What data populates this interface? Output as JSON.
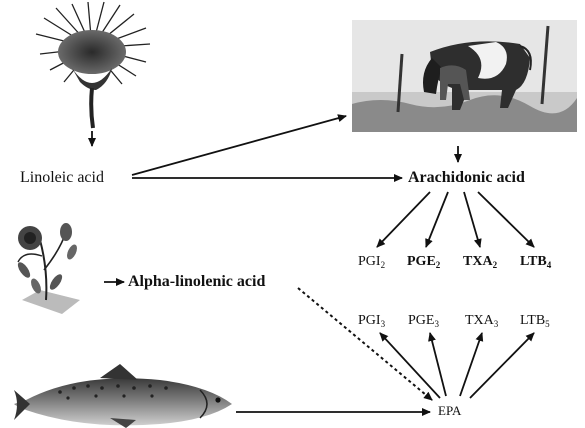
{
  "labels": {
    "linoleic": "Linoleic acid",
    "arachidonic": "Arachidonic acid",
    "alpha_linolenic": "Alpha-linolenic acid",
    "epa": "EPA"
  },
  "products_from_arachidonic": [
    {
      "base": "PGI",
      "sub": "2"
    },
    {
      "base": "PGE",
      "sub": "2"
    },
    {
      "base": "TXA",
      "sub": "2"
    },
    {
      "base": "LTB",
      "sub": "4"
    }
  ],
  "products_from_epa": [
    {
      "base": "PGI",
      "sub": "3"
    },
    {
      "base": "PGE",
      "sub": "3"
    },
    {
      "base": "TXA",
      "sub": "3"
    },
    {
      "base": "LTB",
      "sub": "5"
    }
  ],
  "icons": {
    "flower_top": "thistle-flower-icon",
    "cow": "grazing-cow-icon",
    "flax": "flax-plant-icon",
    "fish": "salmon-fish-icon"
  },
  "colors": {
    "ink": "#111111",
    "photo_bg": "#d9d9d9"
  }
}
